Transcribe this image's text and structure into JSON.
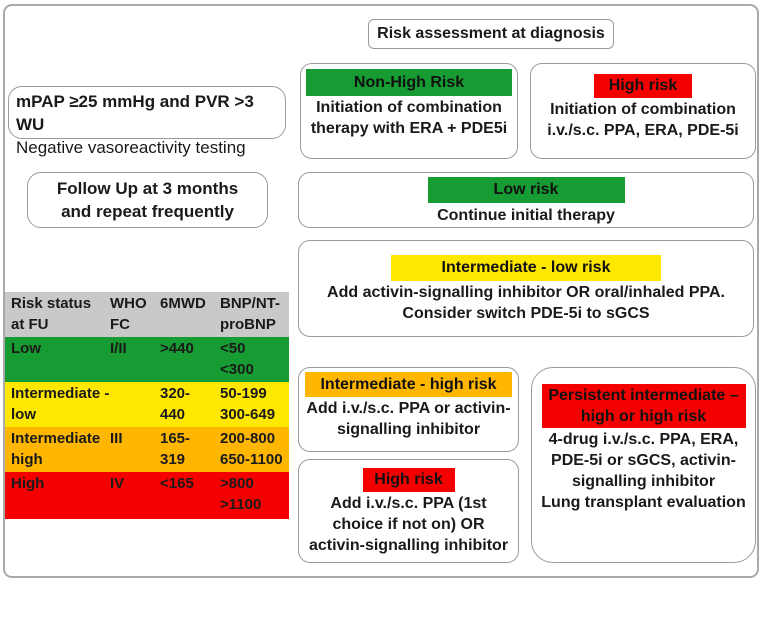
{
  "title": "Risk assessment at diagnosis",
  "colors": {
    "green": "#169c32",
    "red": "#f50000",
    "yellow": "#ffe800",
    "orange": "#ffb600"
  },
  "criteria_box": {
    "line1": "mPAP ≥25 mmHg and PVR >3 WU",
    "line2": "Negative vasoreactivity testing"
  },
  "followup_box": {
    "line1": "Follow Up at 3 months",
    "line2": "and repeat frequently"
  },
  "boxes": {
    "non_high": {
      "header": "Non-High Risk",
      "body": "Initiation of combination therapy with ERA + PDE5i"
    },
    "high_diagnosis": {
      "header": "High risk",
      "body": "Initiation of combination i.v./s.c. PPA, ERA, PDE-5i"
    },
    "low": {
      "header": "Low risk",
      "body": "Continue initial therapy"
    },
    "intermediate_low": {
      "header": "Intermediate - low risk",
      "body_line1": "Add activin-signalling inhibitor OR oral/inhaled PPA.",
      "body_line2": "Consider switch PDE-5i to sGCS"
    },
    "intermediate_high": {
      "header": "Intermediate - high risk",
      "body": "Add i.v./s.c. PPA or activin-signalling inhibitor"
    },
    "high_followup": {
      "header": "High risk",
      "body": "Add i.v./s.c. PPA (1st choice if not on) OR activin-signalling inhibitor"
    },
    "persistent": {
      "header": "Persistent intermediate – high or high risk",
      "body_line1": "4-drug i.v./s.c. PPA, ERA, PDE-5i or sGCS, activin-signalling inhibitor",
      "body_line2": "Lung transplant evaluation"
    }
  },
  "table": {
    "col_headers": [
      [
        "Risk status",
        "at FU"
      ],
      [
        "WHO",
        "FC"
      ],
      [
        "6MWD"
      ],
      [
        "BNP/NT-",
        "proBNP"
      ]
    ],
    "rows": [
      {
        "color": "green",
        "cells": [
          [
            "Low"
          ],
          [
            "I/II"
          ],
          [
            ">440"
          ],
          [
            "<50",
            "<300"
          ]
        ]
      },
      {
        "color": "yellow",
        "cells": [
          [
            "Intermediate -",
            "low"
          ],
          [
            ""
          ],
          [
            "320-",
            "440"
          ],
          [
            "50-199",
            "300-649"
          ]
        ]
      },
      {
        "color": "orange",
        "cells": [
          [
            "Intermediate",
            "high"
          ],
          [
            "III"
          ],
          [
            "165-",
            "319"
          ],
          [
            "200-800",
            "650-1100"
          ]
        ]
      },
      {
        "color": "red",
        "cells": [
          [
            "High"
          ],
          [
            "IV"
          ],
          [
            "<165"
          ],
          [
            ">800",
            ">1100"
          ]
        ]
      }
    ]
  }
}
